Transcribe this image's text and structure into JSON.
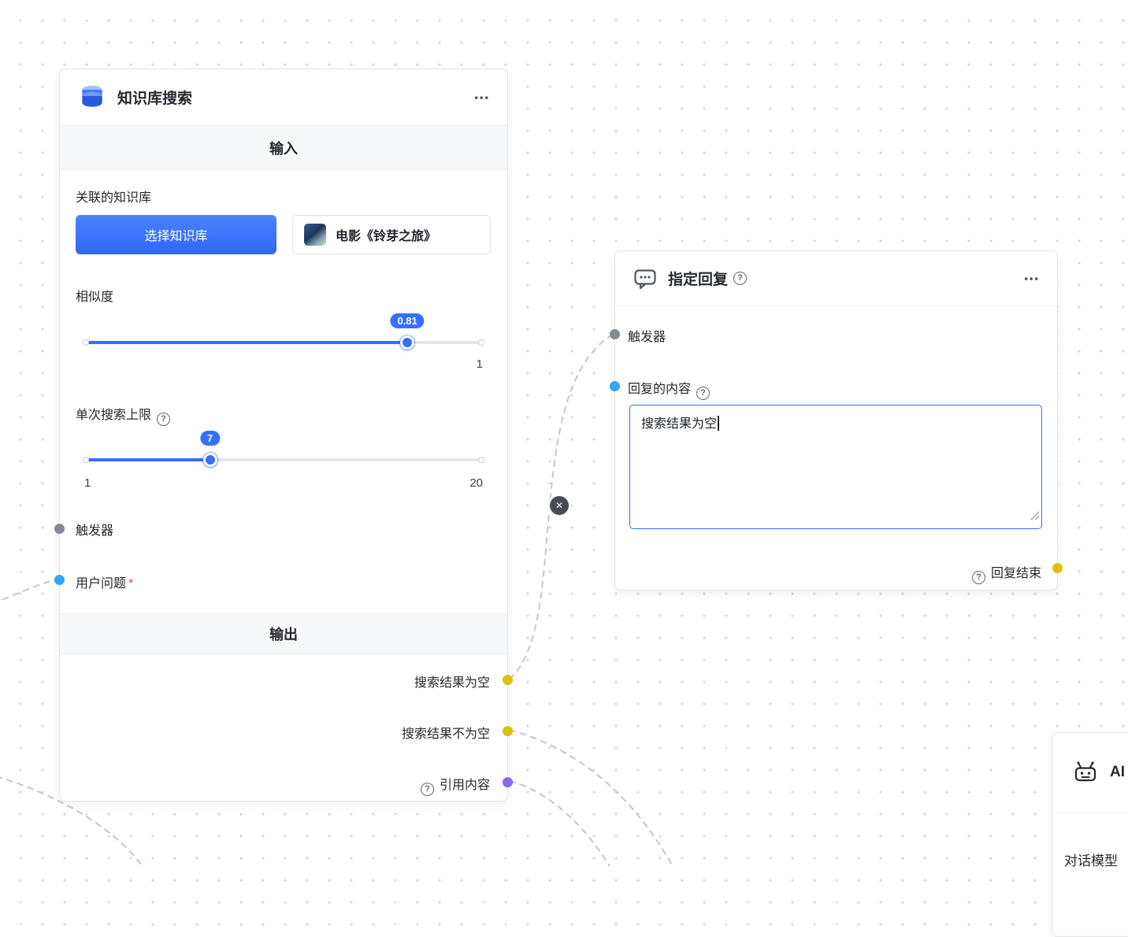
{
  "icons": {
    "more_glyph": "•••",
    "close_glyph": "✕",
    "help_glyph": "?"
  },
  "colors": {
    "accent_blue": "#3370ff",
    "port_blue": "#35a4f4",
    "port_gray": "#848a93",
    "port_yellow": "#ddc20a",
    "port_purple": "#8a68ee"
  },
  "kb_node": {
    "title": "知识库搜索",
    "input_section_label": "输入",
    "dataset_label": "关联的知识库",
    "select_dataset_button": "选择知识库",
    "dataset_chip_label": "电影《铃芽之旅》",
    "similarity": {
      "label": "相似度",
      "value": "0.81",
      "max_label": "1",
      "percent": 81.3
    },
    "search_limit": {
      "label": "单次搜索上限",
      "value": "7",
      "min_label": "1",
      "max_label": "20",
      "percent": 31.4
    },
    "trigger_label": "触发器",
    "user_question_label": "用户问题",
    "required_mark": "*",
    "output_section_label": "输出",
    "outputs": [
      {
        "label": "搜索结果为空"
      },
      {
        "label": "搜索结果不为空"
      },
      {
        "label": "引用内容"
      }
    ]
  },
  "reply_node": {
    "title": "指定回复",
    "trigger_label": "触发器",
    "content_label": "回复的内容",
    "content_value": "搜索结果为空",
    "end_label": "回复结束"
  },
  "ai_node": {
    "title": "AI",
    "model_label": "对话模型"
  }
}
